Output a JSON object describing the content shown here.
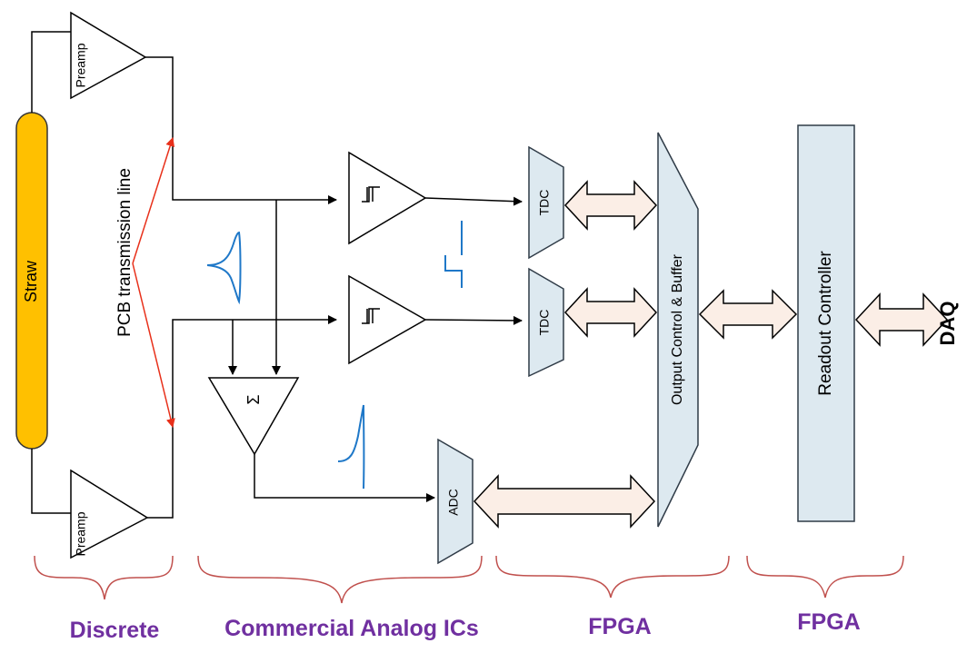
{
  "blocks": {
    "straw": "Straw",
    "preamp_top": "Preamp",
    "preamp_bottom": "Preamp",
    "pcb_line": "PCB transmission line",
    "sum_symbol": "Σ",
    "tdc_top": "TDC",
    "tdc_bottom": "TDC",
    "adc": "ADC",
    "output_control": "Output Control & Buffer",
    "readout_controller": "Readout Controller",
    "daq": "DAQ"
  },
  "groups": {
    "discrete": "Discrete",
    "analog": "Commercial Analog ICs",
    "fpga1": "FPGA",
    "fpga2": "FPGA"
  },
  "colors": {
    "straw_fill": "#ffc000",
    "block_fill": "#dde9f0",
    "block_stroke": "#2f3b47",
    "wire": "#000000",
    "red_line": "#e8301a",
    "arrow_fill": "#fbeee6",
    "pulse": "#1f78c8",
    "brace": "#c0504d",
    "group_text": "#7030a0"
  }
}
